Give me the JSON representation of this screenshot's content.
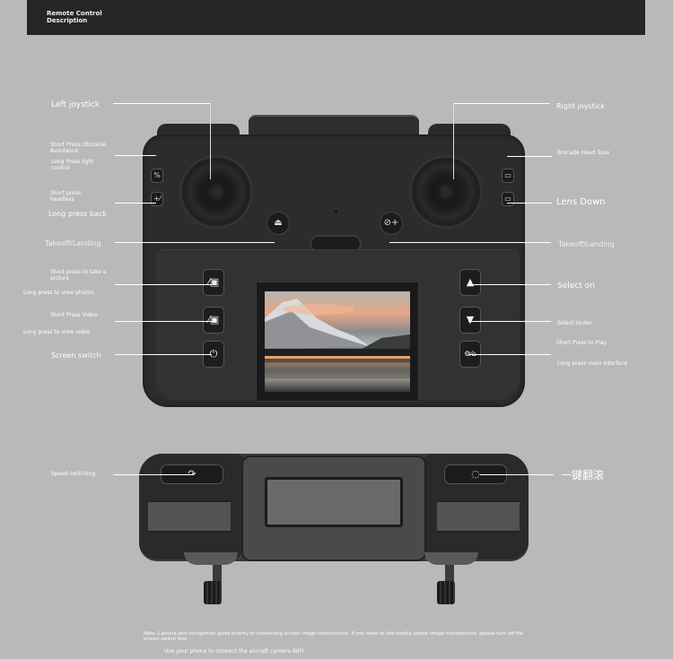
{
  "header": {
    "title": "Remote Control Description"
  },
  "labels": {
    "left_joystick": "Left joystick",
    "right_joystick": "Right joystick",
    "obstacle_short": "Short Press Obstacle Avoidance",
    "light_long": "Long Press light control",
    "headless_short": "Short press headless",
    "back_long": "Long press back",
    "takeoff_left": "Takeoff/Landing",
    "takeoff_right": "Takeoff/Landing",
    "picture_short": "Short press to take a picture",
    "photos_long": "Long press to view photos",
    "video_short": "Short Press Video",
    "video_long": "Long press to view video",
    "screen_switch": "Screen switch",
    "head_tune": "Brocade Head Tune",
    "lens_down": "Lens Down",
    "select_on": "Select on",
    "select_under": "Select Under",
    "play_short": "Short Press to Play",
    "main_long": "Long press main interface",
    "speed_switching": "Speed switching",
    "flip": "一键翻滚"
  },
  "notes": {
    "note": "Note: Camera skin recognition gives priority to connecting screen image transmission. If you need to link mobile phone image transmission, please turn off the screen switch first.",
    "wifi": "Use your phone to connect the aircraft camera WIFI"
  },
  "icons": {
    "obstacle": "%",
    "headless": "+⁄",
    "takeoff": "⏏",
    "gimbal_plus": "⊘+",
    "head_tune": "▭",
    "lens_down": "▭",
    "photo": "⁄▣",
    "video": "⁄▣",
    "power": "⏻",
    "up": "▲",
    "down": "▼",
    "home": "⚙⁄⌂",
    "speed": "↷",
    "flip": "◌"
  },
  "colors": {
    "background": "#b8b9ba",
    "header": "#262626",
    "device": "#2c2c2e",
    "text": "#ffffff"
  }
}
